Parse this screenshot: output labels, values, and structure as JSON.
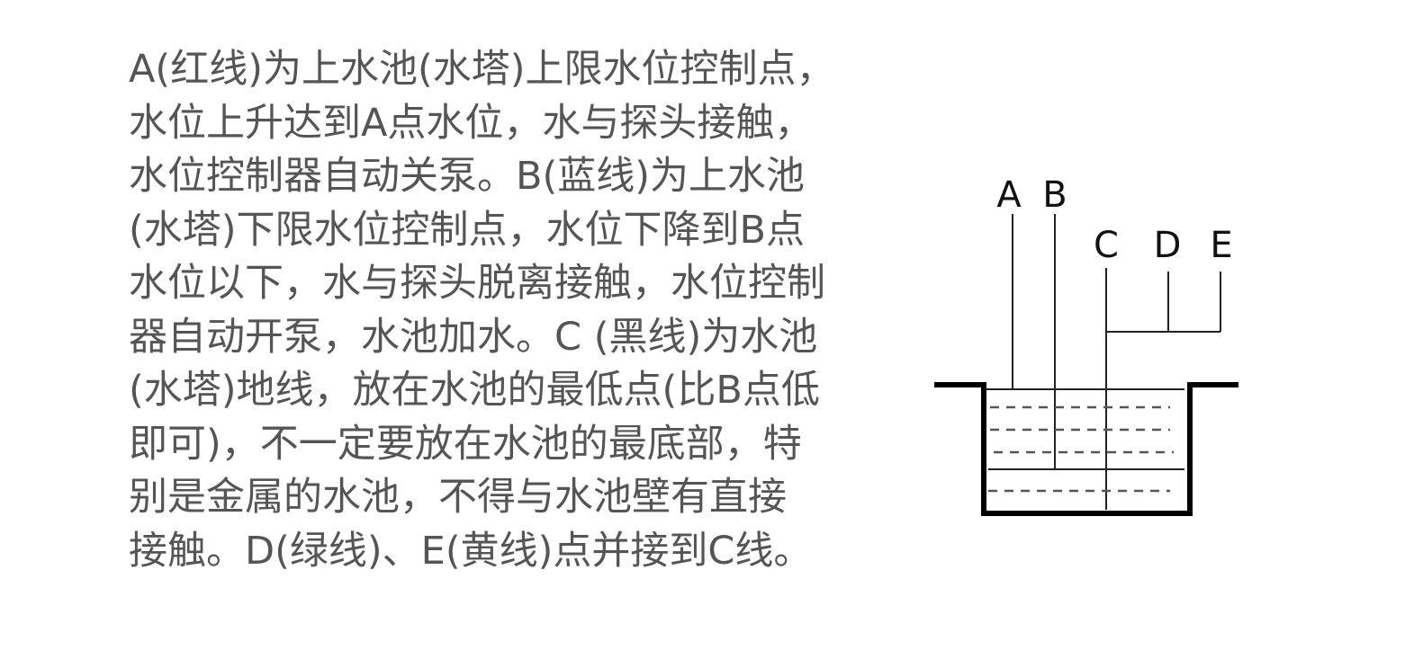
{
  "description_lines": [
    "A(红线)为上水池(水塔)上限水位控制点，",
    "水位上升达到A点水位，水与探头接触，",
    "水位控制器自动关泵。B(蓝线)为上水池",
    "(水塔)下限水位控制点，水位下降到B点",
    "水位以下，水与探头脱离接触，水位控制",
    "器自动开泵，水池加水。C (黑线)为水池",
    "(水塔)地线，放在水池的最低点(比B点低",
    "即可)，不一定要放在水池的最底部，特",
    "别是金属的水池，不得与水池壁有直接",
    "接触。D(绿线)、E(黄线)点并接到C线。"
  ],
  "diagram": {
    "labels": {
      "a": "A",
      "b": "B",
      "c": "C",
      "d": "D",
      "e": "E"
    }
  }
}
